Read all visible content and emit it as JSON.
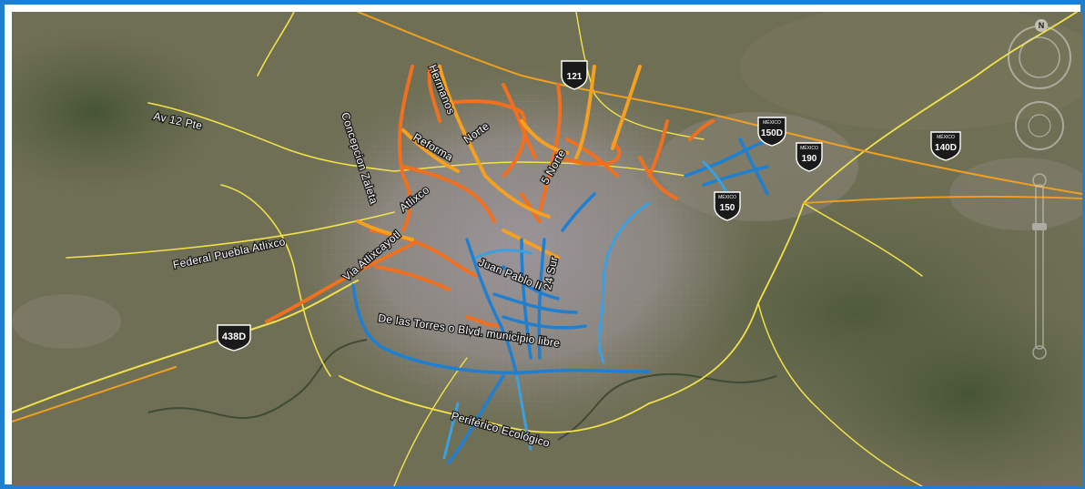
{
  "colors": {
    "frame": "#1f7fd0",
    "highway": "#f3e24a",
    "highway_orange": "#f0a020",
    "route_orange": "#f07020",
    "route_orange_light": "#f5a020",
    "route_blue": "#1f7fd0",
    "route_blue_light": "#3aa0e0"
  },
  "labels": {
    "av_12pte": "Av 12 Pte",
    "concepcion": "Concepcion Zaleta",
    "reforma": "Reforma",
    "hermanos": "Hermanos",
    "norte": "Norte",
    "atlixco": "Atlixco",
    "cinco_norte": "5 Norte",
    "federal": "Federal Puebla Atlixco",
    "via_atlixcayotl": "Via Atlixcayotl",
    "juan_pablo": "Juan Pablo II",
    "sur_24": "24 Sur",
    "torres": "De las Torres o Blvd. municipio libre",
    "periferico": "Periférico Ecológico"
  },
  "shields": {
    "s121": {
      "number": "121",
      "top": ""
    },
    "s150d": {
      "number": "150D",
      "top": "MÉXICO"
    },
    "s190": {
      "number": "190",
      "top": "MÉXICO"
    },
    "s150": {
      "number": "150",
      "top": "MÉXICO"
    },
    "s140d": {
      "number": "140D",
      "top": "MÉXICO"
    },
    "s438d": {
      "number": "438D",
      "top": ""
    }
  },
  "compass": {
    "north": "N"
  }
}
